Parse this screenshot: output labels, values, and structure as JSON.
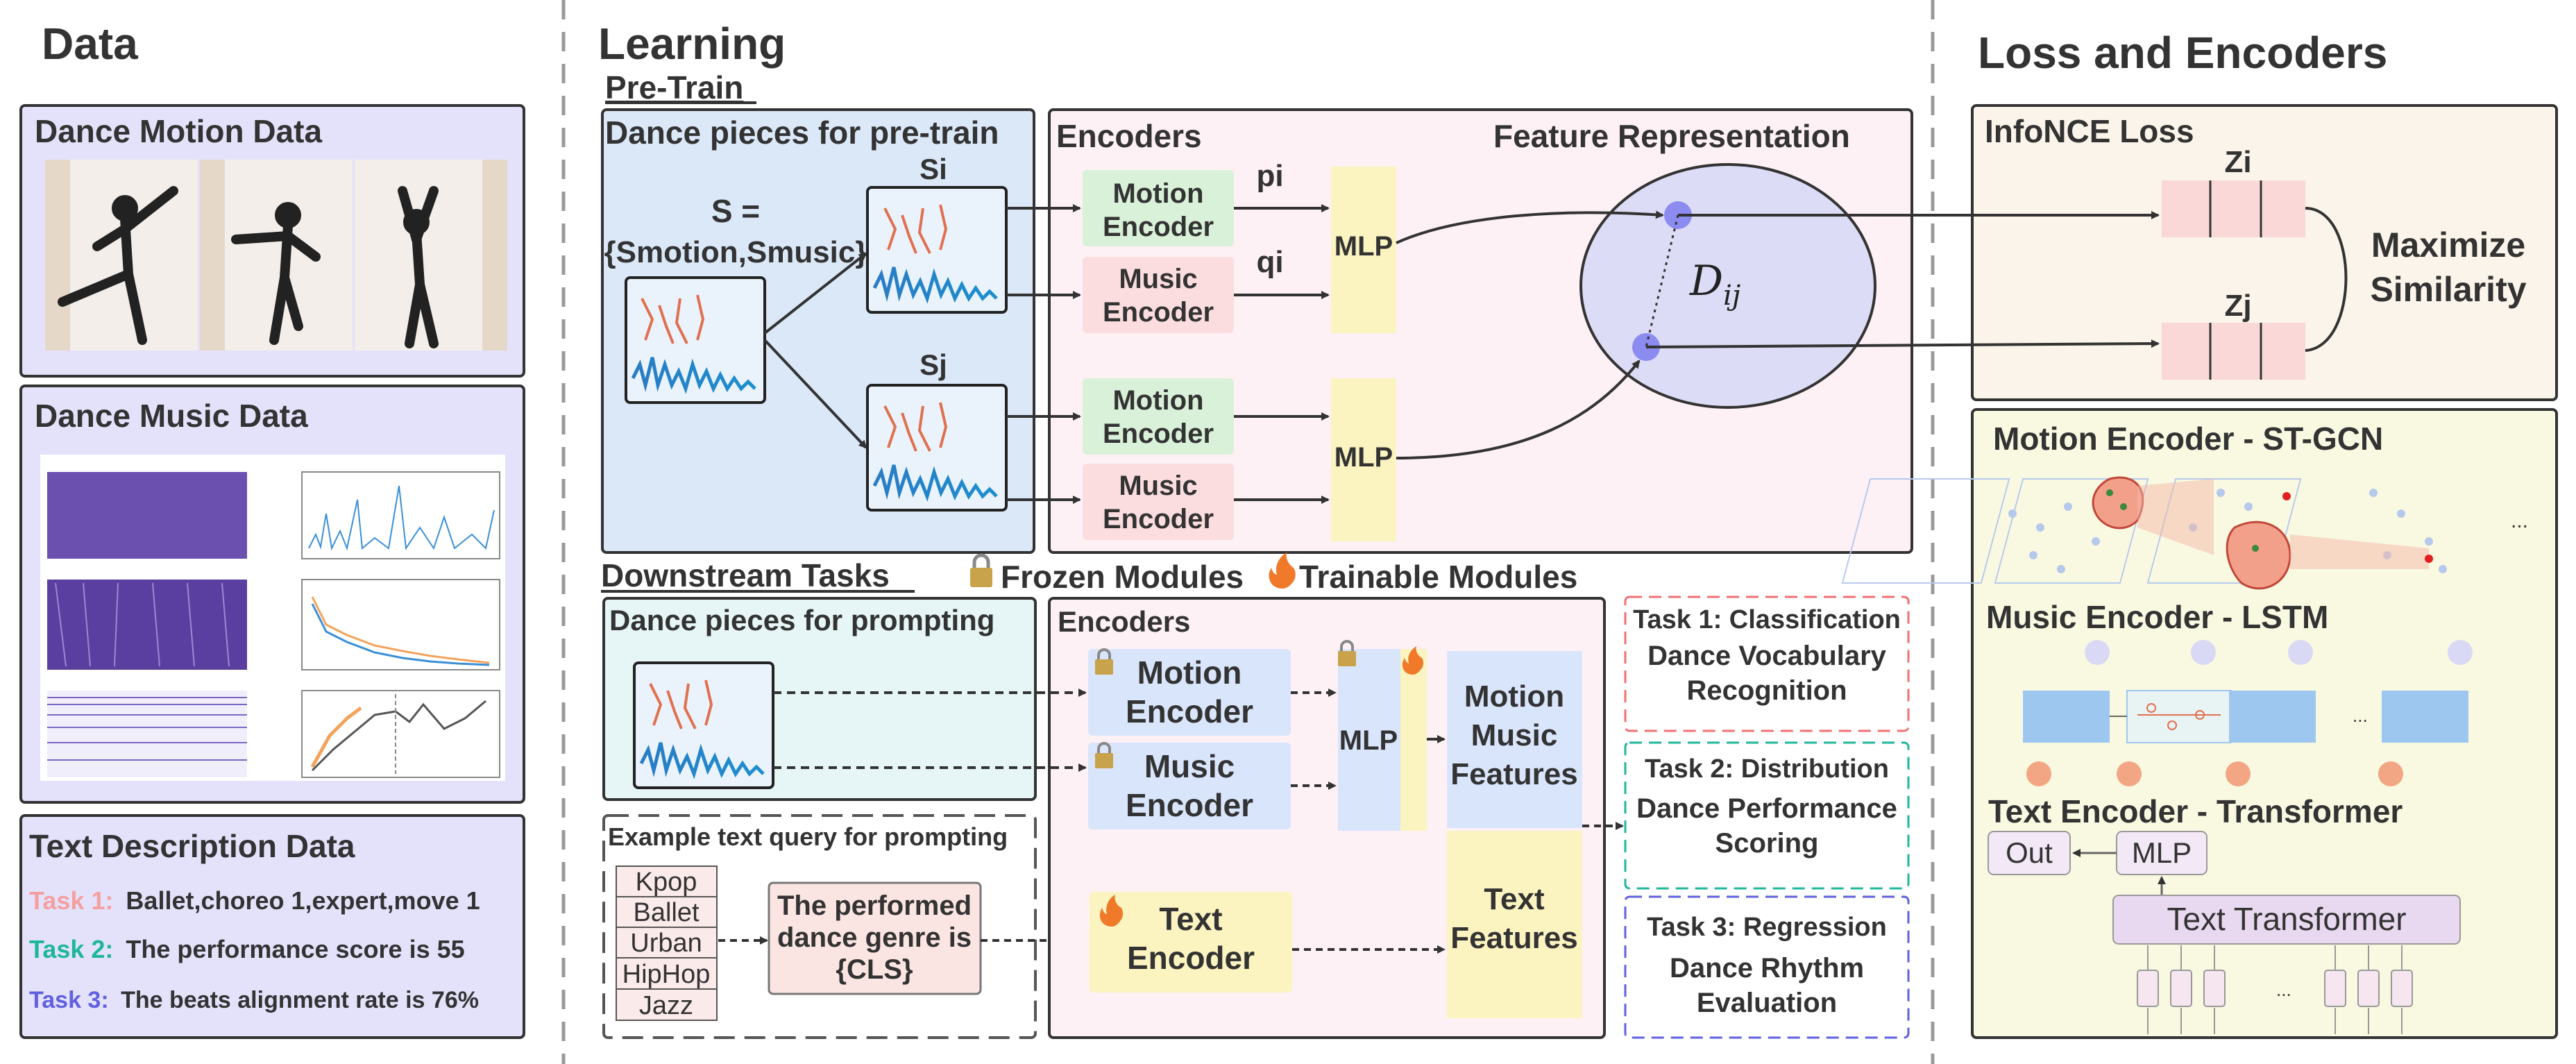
{
  "columns": {
    "data": "Data",
    "learning": "Learning",
    "loss": "Loss and Encoders"
  },
  "data_panel": {
    "motion_title": "Dance Motion Data",
    "music_title": "Dance Music Data",
    "text_title": "Text Description Data",
    "tasks": [
      {
        "label": "Task 1:",
        "text": "Ballet,choreo 1,expert,move 1",
        "color": "#f4a0a0"
      },
      {
        "label": "Task 2:",
        "text": "The performance score is 55",
        "color": "#1fb79a"
      },
      {
        "label": "Task 3:",
        "text": "The beats alignment rate is 76%",
        "color": "#6060e0"
      }
    ]
  },
  "pretrain": {
    "heading": "Pre-Train",
    "pieces_title": "Dance pieces for pre-train",
    "set_line1": "S =",
    "set_line2": "{Smotion,Smusic}",
    "si": "Si",
    "sj": "Sj",
    "encoders_title": "Encoders",
    "feature_title": "Feature Representation",
    "motion_encoder": "Motion Encoder",
    "music_encoder": "Music Encoder",
    "pi": "pi",
    "qi": "qi",
    "mlp": "MLP",
    "dij": "Dij"
  },
  "downstream": {
    "heading": "Downstream Tasks",
    "frozen": "Frozen Modules",
    "trainable": "Trainable Modules",
    "prompting_title": "Dance pieces for prompting",
    "encoders_title": "Encoders",
    "motion_encoder": "Motion Encoder",
    "music_encoder": "Music Encoder",
    "mlp": "MLP",
    "mm_features": "Motion Music Features",
    "text_features": "Text Features",
    "text_encoder": "Text Encoder",
    "query_title": "Example text query for prompting",
    "genres": [
      "Kpop",
      "Ballet",
      "Urban",
      "HipHop",
      "Jazz"
    ],
    "cls_text": "The performed dance genre is {CLS}",
    "tasks": [
      {
        "title": "Task 1: Classification",
        "desc": "Dance Vocabulary Recognition",
        "color": "#f07070"
      },
      {
        "title": "Task 2:  Distribution",
        "desc": "Dance Performance Scoring",
        "color": "#1fb79a"
      },
      {
        "title": "Task 3: Regression",
        "desc": "Dance Rhythm Evaluation",
        "color": "#6060e0"
      }
    ]
  },
  "loss_panel": {
    "infonce_title": "InfoNCE Loss",
    "zi": "Zi",
    "zj": "Zj",
    "maximize": "Maximize Similarity",
    "stgcn_title": "Motion Encoder - ST-GCN",
    "lstm_title": "Music Encoder - LSTM",
    "transformer_title": "Text Encoder - Transformer",
    "out": "Out",
    "mlp": "MLP",
    "text_transformer": "Text Transformer",
    "ellipsis": "..."
  },
  "colors": {
    "lavender": "#e4e2fb",
    "pretrain_bg": "#dbe8f8",
    "encoders_bg": "#fdf1f6",
    "green": "#d9f1d9",
    "pink": "#fbdde0",
    "yellow": "#fbf3c0",
    "blue_box": "#d9e5fb",
    "loss_bg": "#fbf4ea",
    "encoders_panel_bg": "#f9f9e2",
    "prompt_bg": "#e6f5f5"
  }
}
